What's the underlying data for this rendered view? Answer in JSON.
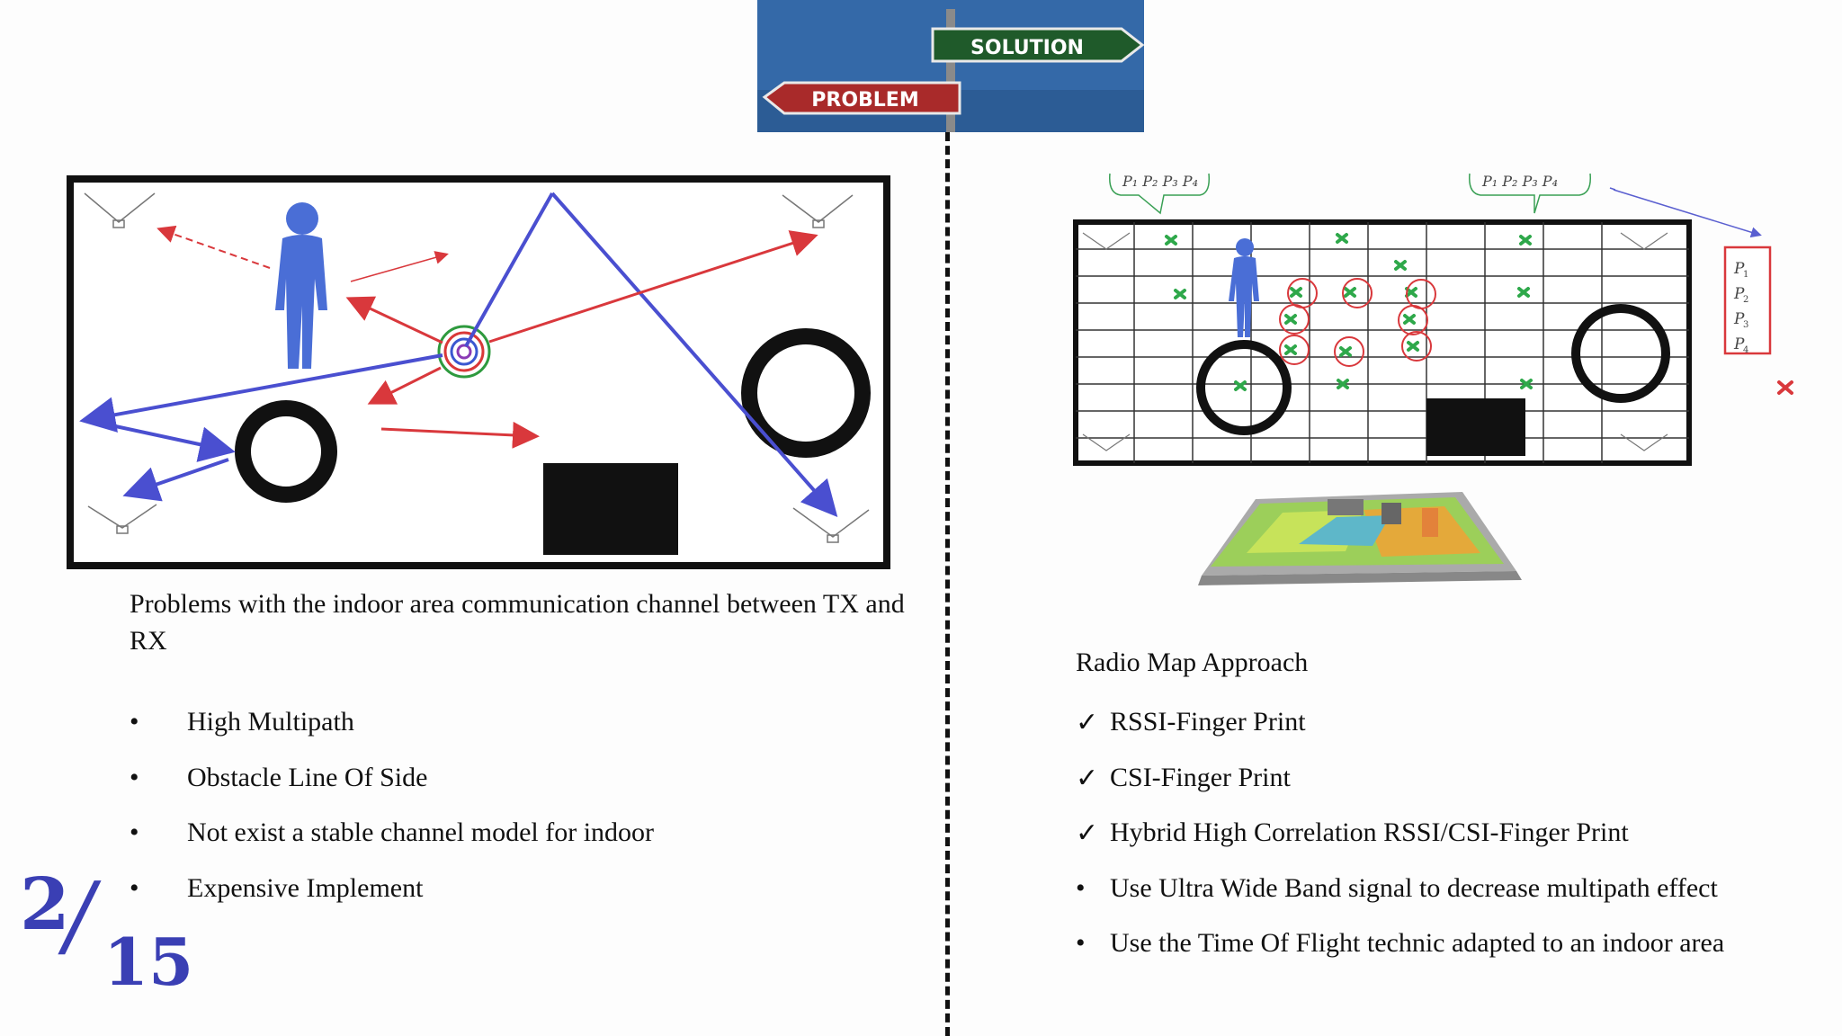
{
  "header": {
    "sign_top": "SOLUTION",
    "sign_bottom": "PROBLEM"
  },
  "left": {
    "caption": "Problems with the indoor area communication channel between TX and RX",
    "bullets": [
      "High Multipath",
      "Obstacle Line Of Side",
      "Not exist a stable channel model for indoor",
      "Expensive Implement"
    ]
  },
  "right": {
    "caption": "Radio Map Approach",
    "checks": [
      "RSSI-Finger Print",
      "CSI-Finger Print",
      "Hybrid High Correlation RSSI/CSI-Finger Print"
    ],
    "bullets": [
      "Use Ultra Wide Band signal to decrease multipath effect",
      "Use the Time Of Flight technic adapted to an indoor area"
    ],
    "fingerprint_labels": [
      "P",
      "P",
      "P",
      "P"
    ]
  },
  "page": {
    "current": "2",
    "total": "15"
  },
  "colors": {
    "blue_ray": "#4a4fd0",
    "red_ray": "#d9383c",
    "person": "#4a6ed6",
    "marker": "#2ea84a",
    "page_num": "#3a3fb4"
  }
}
